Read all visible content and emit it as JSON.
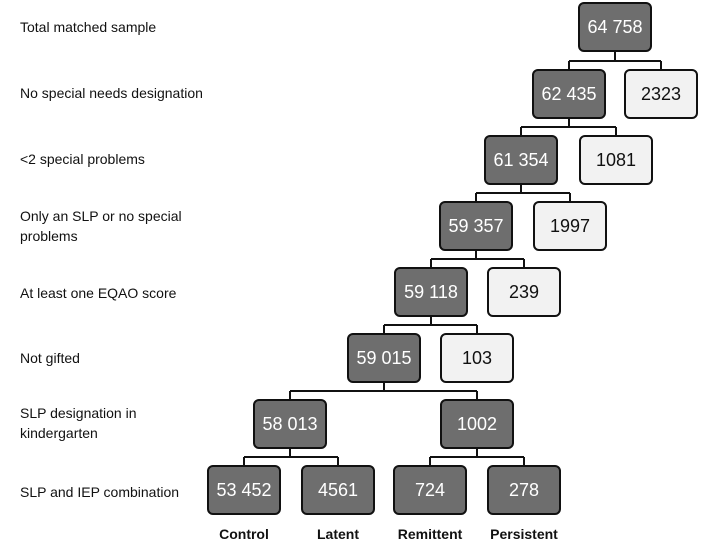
{
  "rows": [
    {
      "label_lines": [
        "Total matched sample"
      ],
      "boxes": [
        {
          "value": "64 758",
          "style": "dark"
        }
      ]
    },
    {
      "label_lines": [
        "No special needs designation"
      ],
      "boxes": [
        {
          "value": "62 435",
          "style": "dark"
        },
        {
          "value": "2323",
          "style": "light"
        }
      ]
    },
    {
      "label_lines": [
        "<2 special problems"
      ],
      "boxes": [
        {
          "value": "61 354",
          "style": "dark"
        },
        {
          "value": "1081",
          "style": "light"
        }
      ]
    },
    {
      "label_lines": [
        "Only an SLP or no special",
        "problems"
      ],
      "boxes": [
        {
          "value": "59 357",
          "style": "dark"
        },
        {
          "value": "1997",
          "style": "light"
        }
      ]
    },
    {
      "label_lines": [
        "At least one EQAO score"
      ],
      "boxes": [
        {
          "value": "59 118",
          "style": "dark"
        },
        {
          "value": "239",
          "style": "light"
        }
      ]
    },
    {
      "label_lines": [
        "Not gifted"
      ],
      "boxes": [
        {
          "value": "59 015",
          "style": "dark"
        },
        {
          "value": "103",
          "style": "light"
        }
      ]
    },
    {
      "label_lines": [
        "SLP designation in",
        "kindergarten"
      ],
      "boxes": [
        {
          "value": "58 013",
          "style": "dark"
        },
        {
          "value": "1002",
          "style": "dark"
        }
      ]
    },
    {
      "label_lines": [
        "SLP and IEP combination"
      ],
      "boxes": [
        {
          "value": "53 452",
          "style": "dark"
        },
        {
          "value": "4561",
          "style": "dark"
        },
        {
          "value": "724",
          "style": "dark"
        },
        {
          "value": "278",
          "style": "dark"
        }
      ]
    }
  ],
  "group_labels": [
    "Control",
    "Latent",
    "Remittent",
    "Persistent"
  ],
  "colors": {
    "dark_box": "#6e6e6e",
    "light_box": "#f2f2f2",
    "line": "#111111"
  }
}
